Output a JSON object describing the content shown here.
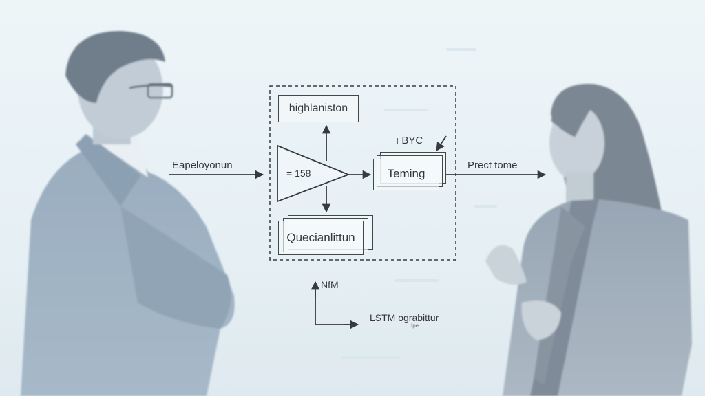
{
  "diagram": {
    "input_label": "Eapeloyonun",
    "top_box_label": "highlaniston",
    "triangle_label": "= 158",
    "stack_box_label": "Teming",
    "stack_box_tag": "ı BYC",
    "bottom_box_label": "Quecianlittun",
    "output_label": "Prect tome",
    "axis_y_label": "NfM",
    "axis_x_label": "LSTM ograbittur",
    "axis_x_sublabel": "Ipe"
  },
  "colors": {
    "background": "#e8f1f5",
    "ink": "#1e2226",
    "suit_left": "#8ea3b8",
    "suit_right": "#8d9bab"
  }
}
